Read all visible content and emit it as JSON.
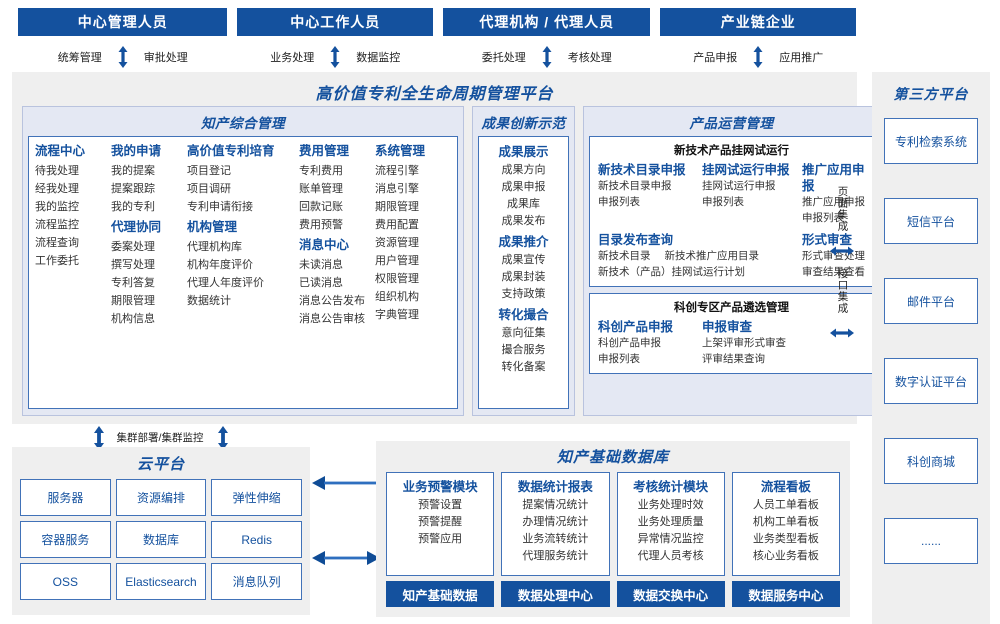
{
  "roles": [
    {
      "title": "中心管理人员",
      "left": "统筹管理",
      "right": "审批处理"
    },
    {
      "title": "中心工作人员",
      "left": "业务处理",
      "right": "数据监控"
    },
    {
      "title": "代理机构 / 代理人员",
      "left": "委托处理",
      "right": "考核处理"
    },
    {
      "title": "产业链企业",
      "left": "产品申报",
      "right": "应用推广"
    }
  ],
  "platform": {
    "title": "高价值专利全生命周期管理平台",
    "ip_group": {
      "title": "知产综合管理",
      "columns": [
        {
          "blocks": [
            {
              "head": "流程中心",
              "items": [
                "待我处理",
                "经我处理",
                "我的监控",
                "流程监控",
                "流程查询",
                "工作委托"
              ]
            }
          ]
        },
        {
          "blocks": [
            {
              "head": "我的申请",
              "items": [
                "我的提案",
                "提案跟踪",
                "我的专利"
              ]
            },
            {
              "head": "代理协同",
              "items": [
                "委案处理",
                "撰写处理",
                "专利答复",
                "期限管理",
                "机构信息"
              ]
            }
          ]
        },
        {
          "blocks": [
            {
              "head": "高价值专利培育",
              "items": [
                "项目登记",
                "项目调研",
                "专利申请衔接"
              ]
            },
            {
              "head": "机构管理",
              "items": [
                "代理机构库",
                "机构年度评价",
                "代理人年度评价",
                "数据统计"
              ]
            }
          ]
        },
        {
          "blocks": [
            {
              "head": "费用管理",
              "items": [
                "专利费用",
                "账单管理",
                "回款记账",
                "费用预警"
              ]
            },
            {
              "head": "消息中心",
              "items": [
                "未读消息",
                "已读消息",
                "消息公告发布",
                "消息公告审核"
              ]
            }
          ]
        },
        {
          "blocks": [
            {
              "head": "系统管理",
              "items": [
                "流程引擎",
                "消息引擎",
                "期限管理",
                "费用配置",
                "资源管理",
                "用户管理",
                "权限管理",
                "组织机构",
                "字典管理"
              ]
            }
          ]
        }
      ]
    },
    "results_group": {
      "title": "成果创新示范",
      "blocks": [
        {
          "head": "成果展示",
          "items": [
            "成果方向",
            "成果申报",
            "成果库",
            "成果发布"
          ]
        },
        {
          "head": "成果推介",
          "items": [
            "成果宣传",
            "成果封装",
            "支持政策"
          ]
        },
        {
          "head": "转化撮合",
          "items": [
            "意向征集",
            "撮合服务",
            "转化备案"
          ]
        }
      ]
    },
    "product_group": {
      "title": "产品运营管理",
      "cards": [
        {
          "title": "新技术产品挂网试运行",
          "row1": [
            {
              "head": "新技术目录申报",
              "items": [
                "新技术目录申报",
                "申报列表"
              ]
            },
            {
              "head": "挂网试运行申报",
              "items": [
                "挂网试运行申报",
                "申报列表"
              ]
            },
            {
              "head": "推广应用申报",
              "items": [
                "推广应用申报",
                "申报列表"
              ]
            }
          ],
          "row2_left": {
            "head": "目录发布查询",
            "inline": [
              "新技术目录",
              "新技术推广应用目录"
            ],
            "items": [
              "新技术（产品）挂网试运行计划"
            ]
          },
          "row2_right": {
            "head": "形式审查",
            "items": [
              "形式审查处理",
              "审查结果查看"
            ]
          }
        },
        {
          "title": "科创专区产品遴选管理",
          "row1": [
            {
              "head": "科创产品申报",
              "items": [
                "科创产品申报",
                "申报列表"
              ]
            },
            {
              "head": "申报审查",
              "items": [
                "上架评审形式审查",
                "评审结果查询"
              ]
            }
          ]
        }
      ]
    },
    "integration": {
      "page": "页面集成",
      "api": "接口集成"
    }
  },
  "third_party": {
    "title": "第三方平台",
    "items": [
      "专利检索系统",
      "短信平台",
      "邮件平台",
      "数字认证平台",
      "科创商城",
      "......"
    ]
  },
  "cloud": {
    "connector_label": "集群部署/集群监控",
    "title": "云平台",
    "cells": [
      "服务器",
      "资源编排",
      "弹性伸缩",
      "容器服务",
      "数据库",
      "Redis",
      "OSS",
      "Elasticsearch",
      "消息队列"
    ]
  },
  "database": {
    "title": "知产基础数据库",
    "columns": [
      {
        "head": "业务预警模块",
        "items": [
          "预警设置",
          "预警提醒",
          "预警应用"
        ],
        "footer": "知产基础数据"
      },
      {
        "head": "数据统计报表",
        "items": [
          "提案情况统计",
          "办理情况统计",
          "业务流转统计",
          "代理服务统计"
        ],
        "footer": "数据处理中心"
      },
      {
        "head": "考核统计模块",
        "items": [
          "业务处理时效",
          "业务处理质量",
          "异常情况监控",
          "代理人员考核"
        ],
        "footer": "数据交换中心"
      },
      {
        "head": "流程看板",
        "items": [
          "人员工单看板",
          "机构工单看板",
          "业务类型看板",
          "核心业务看板"
        ],
        "footer": "数据服务中心"
      }
    ]
  },
  "colors": {
    "brand": "#14519E",
    "border": "#4172B8",
    "panel_bg": "#EFEFEF",
    "group_bg": "#E4E8F3"
  }
}
